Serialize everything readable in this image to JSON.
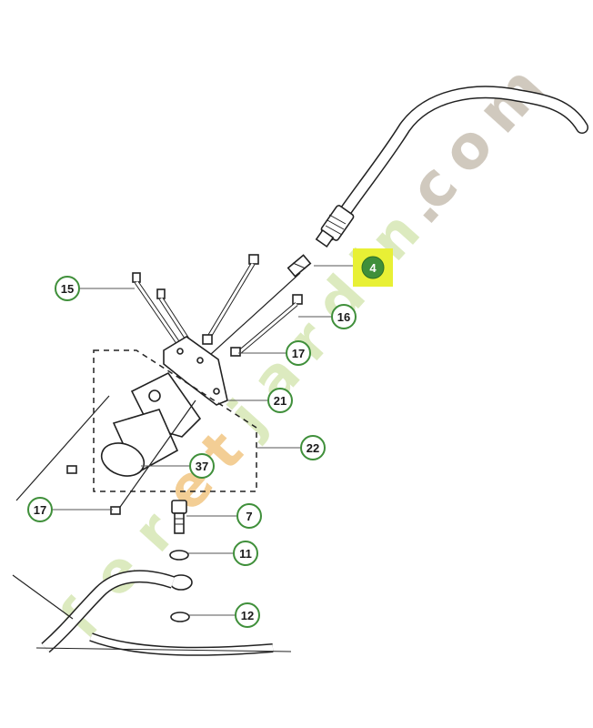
{
  "watermark": {
    "parts": [
      "feret",
      "jardin",
      ".com"
    ],
    "colors": {
      "orange": "#f0c078",
      "green": "#cfe6a6",
      "grey": "#c9c0b4"
    }
  },
  "highlight_color": "#e8f035",
  "callout_color": "#3f8f3a",
  "callouts": {
    "c4": "4",
    "c15": "15",
    "c16": "16",
    "c17a": "17",
    "c21": "21",
    "c22": "22",
    "c37": "37",
    "c17b": "17",
    "c7": "7",
    "c11": "11",
    "c12": "12"
  }
}
